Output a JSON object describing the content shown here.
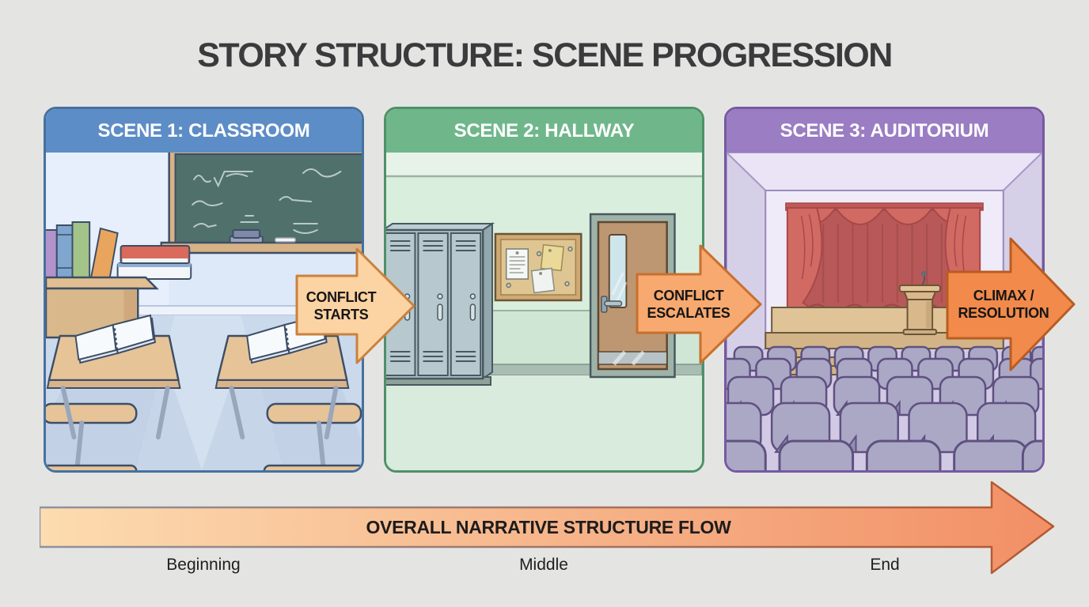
{
  "title": "STORY STRUCTURE: SCENE PROGRESSION",
  "scenes": [
    {
      "label": "SCENE 1: CLASSROOM",
      "header_color": "#5d8dc6",
      "border_color": "#46719e"
    },
    {
      "label": "SCENE 2: HALLWAY",
      "header_color": "#6fb78b",
      "border_color": "#4f9069"
    },
    {
      "label": "SCENE 3: AUDITORIUM",
      "header_color": "#9a7dc3",
      "border_color": "#7659a0"
    }
  ],
  "transition_arrows": [
    {
      "line1": "CONFLICT",
      "line2": "STARTS",
      "fill": "#fcd3a2",
      "stroke": "#c9823f"
    },
    {
      "line1": "CONFLICT",
      "line2": "ESCALATES",
      "fill": "#f7a96f",
      "stroke": "#c8702f"
    },
    {
      "line1": "CLIMAX /",
      "line2": "RESOLUTION",
      "fill": "#f18a4b",
      "stroke": "#b95c21"
    }
  ],
  "flow_arrow": {
    "label": "OVERALL NARRATIVE STRUCTURE FLOW",
    "gradient_start": "#fcdcb0",
    "gradient_end": "#f28f66",
    "border_start": "#8d939e",
    "border_end": "#b5572f"
  },
  "timeline_labels": [
    {
      "text": "Beginning"
    },
    {
      "text": "Middle"
    },
    {
      "text": "End"
    }
  ]
}
